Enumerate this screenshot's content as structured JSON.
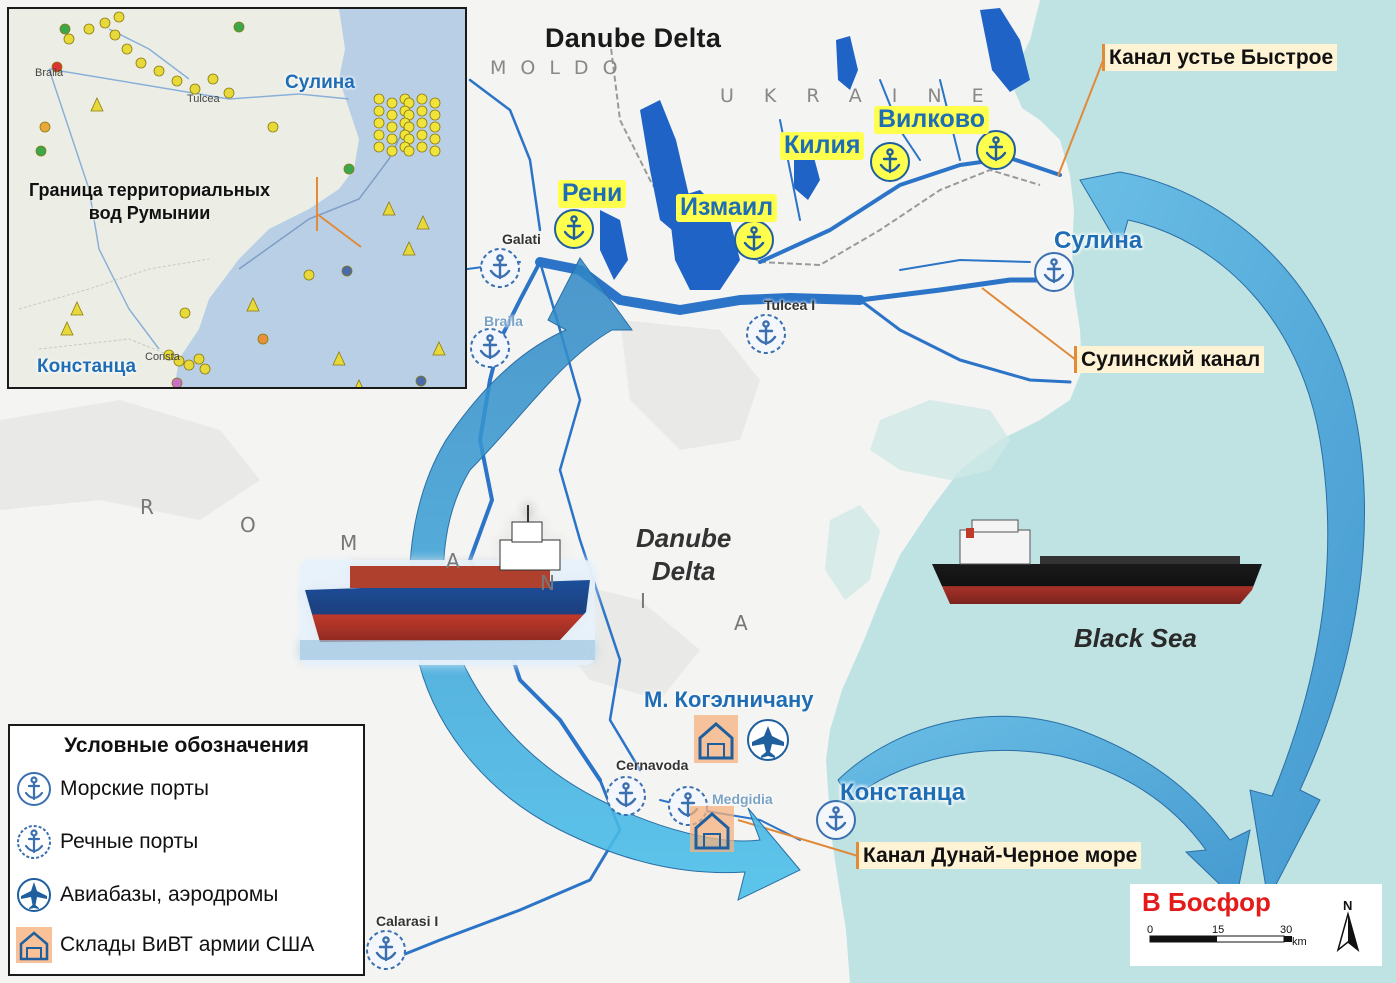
{
  "map": {
    "title": "Danube Delta",
    "country_moldova": "MOLDO",
    "country_ukraine": "UKRAINE",
    "country_romania": [
      "R",
      "O",
      "M",
      "A",
      "N",
      "I",
      "A"
    ],
    "center_label_line1": "Danube",
    "center_label_line2": "Delta",
    "sea_label": "Black Sea"
  },
  "cities": {
    "galati": "Galati",
    "braila": "Braila",
    "tulcea": "Tulcea I",
    "cernavoda": "Cernavoda",
    "medgidia": "Medgidia",
    "calarasi": "Calarasi I"
  },
  "ports_highlighted": {
    "reni": "Рени",
    "izmail": "Измаил",
    "kiliya": "Килия",
    "vilkovo": "Вилково"
  },
  "ports": {
    "sulina": "Сулина",
    "constanta": "Констанца"
  },
  "callouts": {
    "bystroe": "Канал устье Быстрое",
    "sulina_canal": "Сулинский канал",
    "danube_black_sea_canal": "Канал Дунай-Черное море"
  },
  "airbase": {
    "label": "М. Когэлничану"
  },
  "destination": {
    "label": "В Босфор"
  },
  "inset": {
    "title_line1": "Граница территориальных",
    "title_line2": "вод Румынии",
    "sulina": "Сулина",
    "constanta": "Констанца",
    "braila": "Braila",
    "tulcea": "Tulcea",
    "constanta_small": "Consta"
  },
  "legend": {
    "title": "Условные обозначения",
    "items": [
      {
        "icon": "sea-port-anchor-icon",
        "label": "Морские порты"
      },
      {
        "icon": "river-port-anchor-icon",
        "label": "Речные порты"
      },
      {
        "icon": "airplane-icon",
        "label": "Авиабазы, аэродромы"
      },
      {
        "icon": "warehouse-icon",
        "label": "Склады ВиВТ армии США"
      }
    ]
  },
  "scale": {
    "ticks": [
      "0",
      "15",
      "30"
    ],
    "unit": "km",
    "north": "N"
  },
  "colors": {
    "sea": "#bfe3e3",
    "river": "#2b74c8",
    "lake": "#1f63c6",
    "arrow": "#3ea0d8",
    "highlight": "#ffff4d",
    "port_text": "#1f6db5",
    "bosphorus_text": "#e31b1b",
    "callout_line": "#e08a3a"
  }
}
